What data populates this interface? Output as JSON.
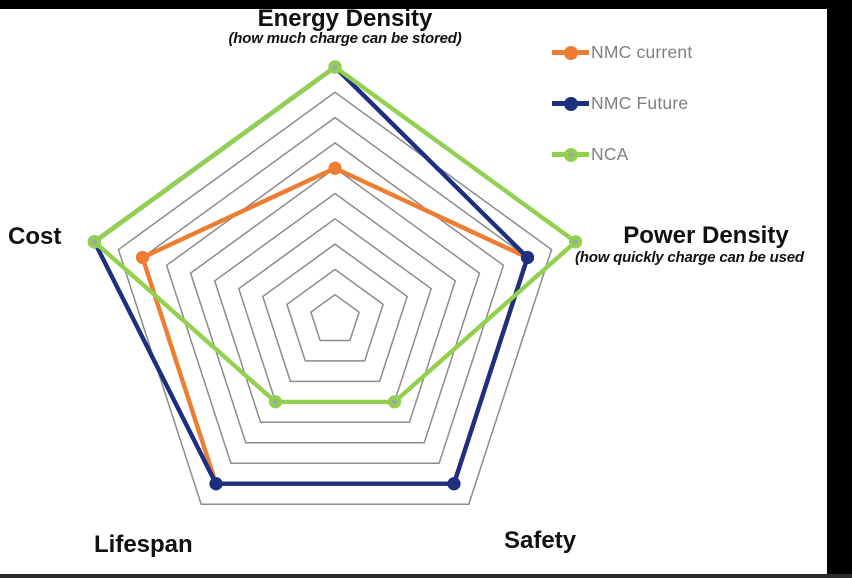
{
  "frame": {
    "background": "#ffffff",
    "top_bar_color": "#000000",
    "right_bar_color": "#000000",
    "bottom_bar_color": "#2a2a2a"
  },
  "chart_data": {
    "type": "radar",
    "grid": {
      "shape": "pentagon",
      "rings": [
        1,
        2,
        3,
        4,
        5,
        6,
        7,
        8,
        9
      ],
      "spokes": false,
      "color": "#8C8C8C"
    },
    "axis_range": [
      0,
      10
    ],
    "categories": [
      {
        "label": "Energy Density",
        "sublabel": "(how much charge can be stored)"
      },
      {
        "label": "Power Density",
        "sublabel": "(how quickly charge can be used"
      },
      {
        "label": "Safety",
        "sublabel": ""
      },
      {
        "label": "Lifespan",
        "sublabel": ""
      },
      {
        "label": "Cost",
        "sublabel": ""
      }
    ],
    "series": [
      {
        "name": "NMC current",
        "color": "#ED7D31",
        "marker_inner_color": null,
        "values": [
          6,
          8,
          8,
          8,
          8
        ]
      },
      {
        "name": "NMC Future",
        "color": "#1F2F80",
        "marker_inner_color": null,
        "values": [
          10,
          8,
          8,
          8,
          10
        ]
      },
      {
        "name": "NCA",
        "color": "#92D050",
        "marker_inner_color": "#A0A6A0",
        "values": [
          10,
          10,
          4,
          4,
          10
        ]
      }
    ],
    "legend_position": "top-right",
    "legend_text_color": "#7F7F7F"
  }
}
